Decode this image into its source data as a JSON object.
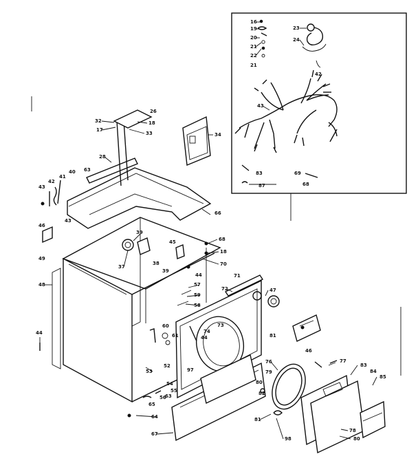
{
  "callouts": [
    {
      "id": "c1",
      "text": "16"
    },
    {
      "id": "c2",
      "text": "19"
    },
    {
      "id": "c3",
      "text": "20"
    },
    {
      "id": "c4",
      "text": "21"
    },
    {
      "id": "c5",
      "text": "22"
    },
    {
      "id": "c6",
      "text": "21"
    },
    {
      "id": "c7",
      "text": "23"
    },
    {
      "id": "c8",
      "text": "24"
    },
    {
      "id": "c9",
      "text": "42"
    },
    {
      "id": "c10",
      "text": "43"
    },
    {
      "id": "c11",
      "text": "83"
    },
    {
      "id": "c12",
      "text": "69"
    },
    {
      "id": "c13",
      "text": "68"
    },
    {
      "id": "c14",
      "text": "87"
    },
    {
      "id": "c15",
      "text": "26"
    },
    {
      "id": "c16",
      "text": "32"
    },
    {
      "id": "c17",
      "text": "17"
    },
    {
      "id": "c18",
      "text": "18"
    },
    {
      "id": "c19",
      "text": "33"
    },
    {
      "id": "c20",
      "text": "34"
    },
    {
      "id": "c21",
      "text": "28"
    },
    {
      "id": "c22",
      "text": "63"
    },
    {
      "id": "c23",
      "text": "43"
    },
    {
      "id": "c24",
      "text": "42"
    },
    {
      "id": "c25",
      "text": "41"
    },
    {
      "id": "c26",
      "text": "40"
    },
    {
      "id": "c27",
      "text": "43"
    },
    {
      "id": "c28",
      "text": "66"
    },
    {
      "id": "c29",
      "text": "46"
    },
    {
      "id": "c30",
      "text": "49"
    },
    {
      "id": "c31",
      "text": "39"
    },
    {
      "id": "c32",
      "text": "37"
    },
    {
      "id": "c33",
      "text": "45"
    },
    {
      "id": "c34",
      "text": "38"
    },
    {
      "id": "c35",
      "text": "39"
    },
    {
      "id": "c36",
      "text": "68"
    },
    {
      "id": "c37",
      "text": "18"
    },
    {
      "id": "c38",
      "text": "70"
    },
    {
      "id": "c39",
      "text": "44"
    },
    {
      "id": "c40",
      "text": "48"
    },
    {
      "id": "c41",
      "text": "57"
    },
    {
      "id": "c42",
      "text": "59"
    },
    {
      "id": "c43",
      "text": "58"
    },
    {
      "id": "c44",
      "text": "72"
    },
    {
      "id": "c45",
      "text": "71"
    },
    {
      "id": "c46",
      "text": "47"
    },
    {
      "id": "c47",
      "text": "60"
    },
    {
      "id": "c48",
      "text": "61"
    },
    {
      "id": "c49",
      "text": "73"
    },
    {
      "id": "c50",
      "text": "74"
    },
    {
      "id": "c51",
      "text": "44"
    },
    {
      "id": "c52",
      "text": "81"
    },
    {
      "id": "c53",
      "text": "97"
    },
    {
      "id": "c54",
      "text": "53"
    },
    {
      "id": "c55",
      "text": "52"
    },
    {
      "id": "c56",
      "text": "54"
    },
    {
      "id": "c57",
      "text": "55"
    },
    {
      "id": "c58",
      "text": "56"
    },
    {
      "id": "c59",
      "text": "63"
    },
    {
      "id": "c60",
      "text": "65"
    },
    {
      "id": "c61",
      "text": "64"
    },
    {
      "id": "c62",
      "text": "67"
    },
    {
      "id": "c63",
      "text": "76"
    },
    {
      "id": "c64",
      "text": "79"
    },
    {
      "id": "c65",
      "text": "80"
    },
    {
      "id": "c66",
      "text": "81"
    },
    {
      "id": "c67",
      "text": "82"
    },
    {
      "id": "c68",
      "text": "77"
    },
    {
      "id": "c69",
      "text": "46"
    },
    {
      "id": "c70",
      "text": "83"
    },
    {
      "id": "c71",
      "text": "84"
    },
    {
      "id": "c72",
      "text": "85"
    },
    {
      "id": "c73",
      "text": "78"
    },
    {
      "id": "c74",
      "text": "80"
    },
    {
      "id": "c75",
      "text": "98"
    },
    {
      "id": "c76",
      "text": "44"
    }
  ]
}
